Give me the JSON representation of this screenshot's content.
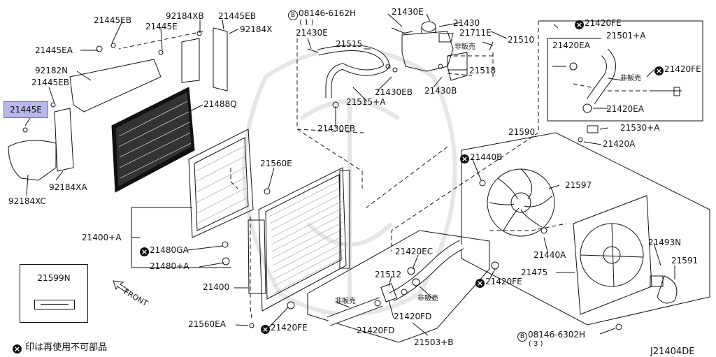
{
  "diagram": {
    "highlighted_part": "21445E",
    "callouts": {
      "c_08146_6162H": "08146-6162H",
      "c_08146_6162H_qty": "( 1 )",
      "c_21430E_top": "21430E",
      "c_21430": "21430",
      "c_21711E": "21711E",
      "c_21510": "21510",
      "c_hihanbai_a": "非販売",
      "c_21515": "21515",
      "c_21430E_left": "21430E",
      "c_21518": "21518",
      "c_21430EB_a": "21430EB",
      "c_21430B": "21430B",
      "c_21515A": "21515+A",
      "c_21430EB_b": "21430EB",
      "c_21420FE_top": "21420FE",
      "c_21501A": "21501+A",
      "c_21420EA_a": "21420EA",
      "c_21420FE_right": "21420FE",
      "c_hihanbai_b": "非販売",
      "c_21420EA_b": "21420EA",
      "c_21530A": "21530+A",
      "c_21420A": "21420A",
      "c_21590": "21590",
      "c_21440B": "21440B",
      "c_21597": "21597",
      "c_21440A": "21440A",
      "c_21475": "21475",
      "c_21493N": "21493N",
      "c_21591": "21591",
      "c_08146_6302H": "08146-6302H",
      "c_08146_6302H_qty": "( 3 )",
      "c_21420FE_lower": "21420FE",
      "c_21420EC": "21420EC",
      "c_21512": "21512",
      "c_hihanbai_c": "非販売",
      "c_hihanbai_d": "非販売",
      "c_21420FD_a": "21420FD",
      "c_21420FD_b": "21420FD",
      "c_21503B": "21503+B",
      "c_21420FE_bottom": "21420FE",
      "c_21560E": "21560E",
      "c_21400A": "21400+A",
      "c_21480GA": "21480GA",
      "c_21480A": "21480+A",
      "c_21400": "21400",
      "c_21560EA": "21560EA",
      "c_21488Q": "21488Q",
      "c_21445EB_top": "21445EB",
      "c_92184XB": "92184XB",
      "c_21445EB_top2": "21445EB",
      "c_21445E_top": "21445E",
      "c_92184X": "92184X",
      "c_21445EA": "21445EA",
      "c_92182N": "92182N",
      "c_21445EB_left": "21445EB",
      "c_92184XA": "92184XA",
      "c_92184XC": "92184XC"
    },
    "legend_box_code": "21599N",
    "front_label": "FRONT",
    "note_text": "印は再使用不可部品",
    "diagram_code": "J21404DE"
  },
  "colors": {
    "highlight": "#b8b8ee",
    "ink": "#111111"
  }
}
